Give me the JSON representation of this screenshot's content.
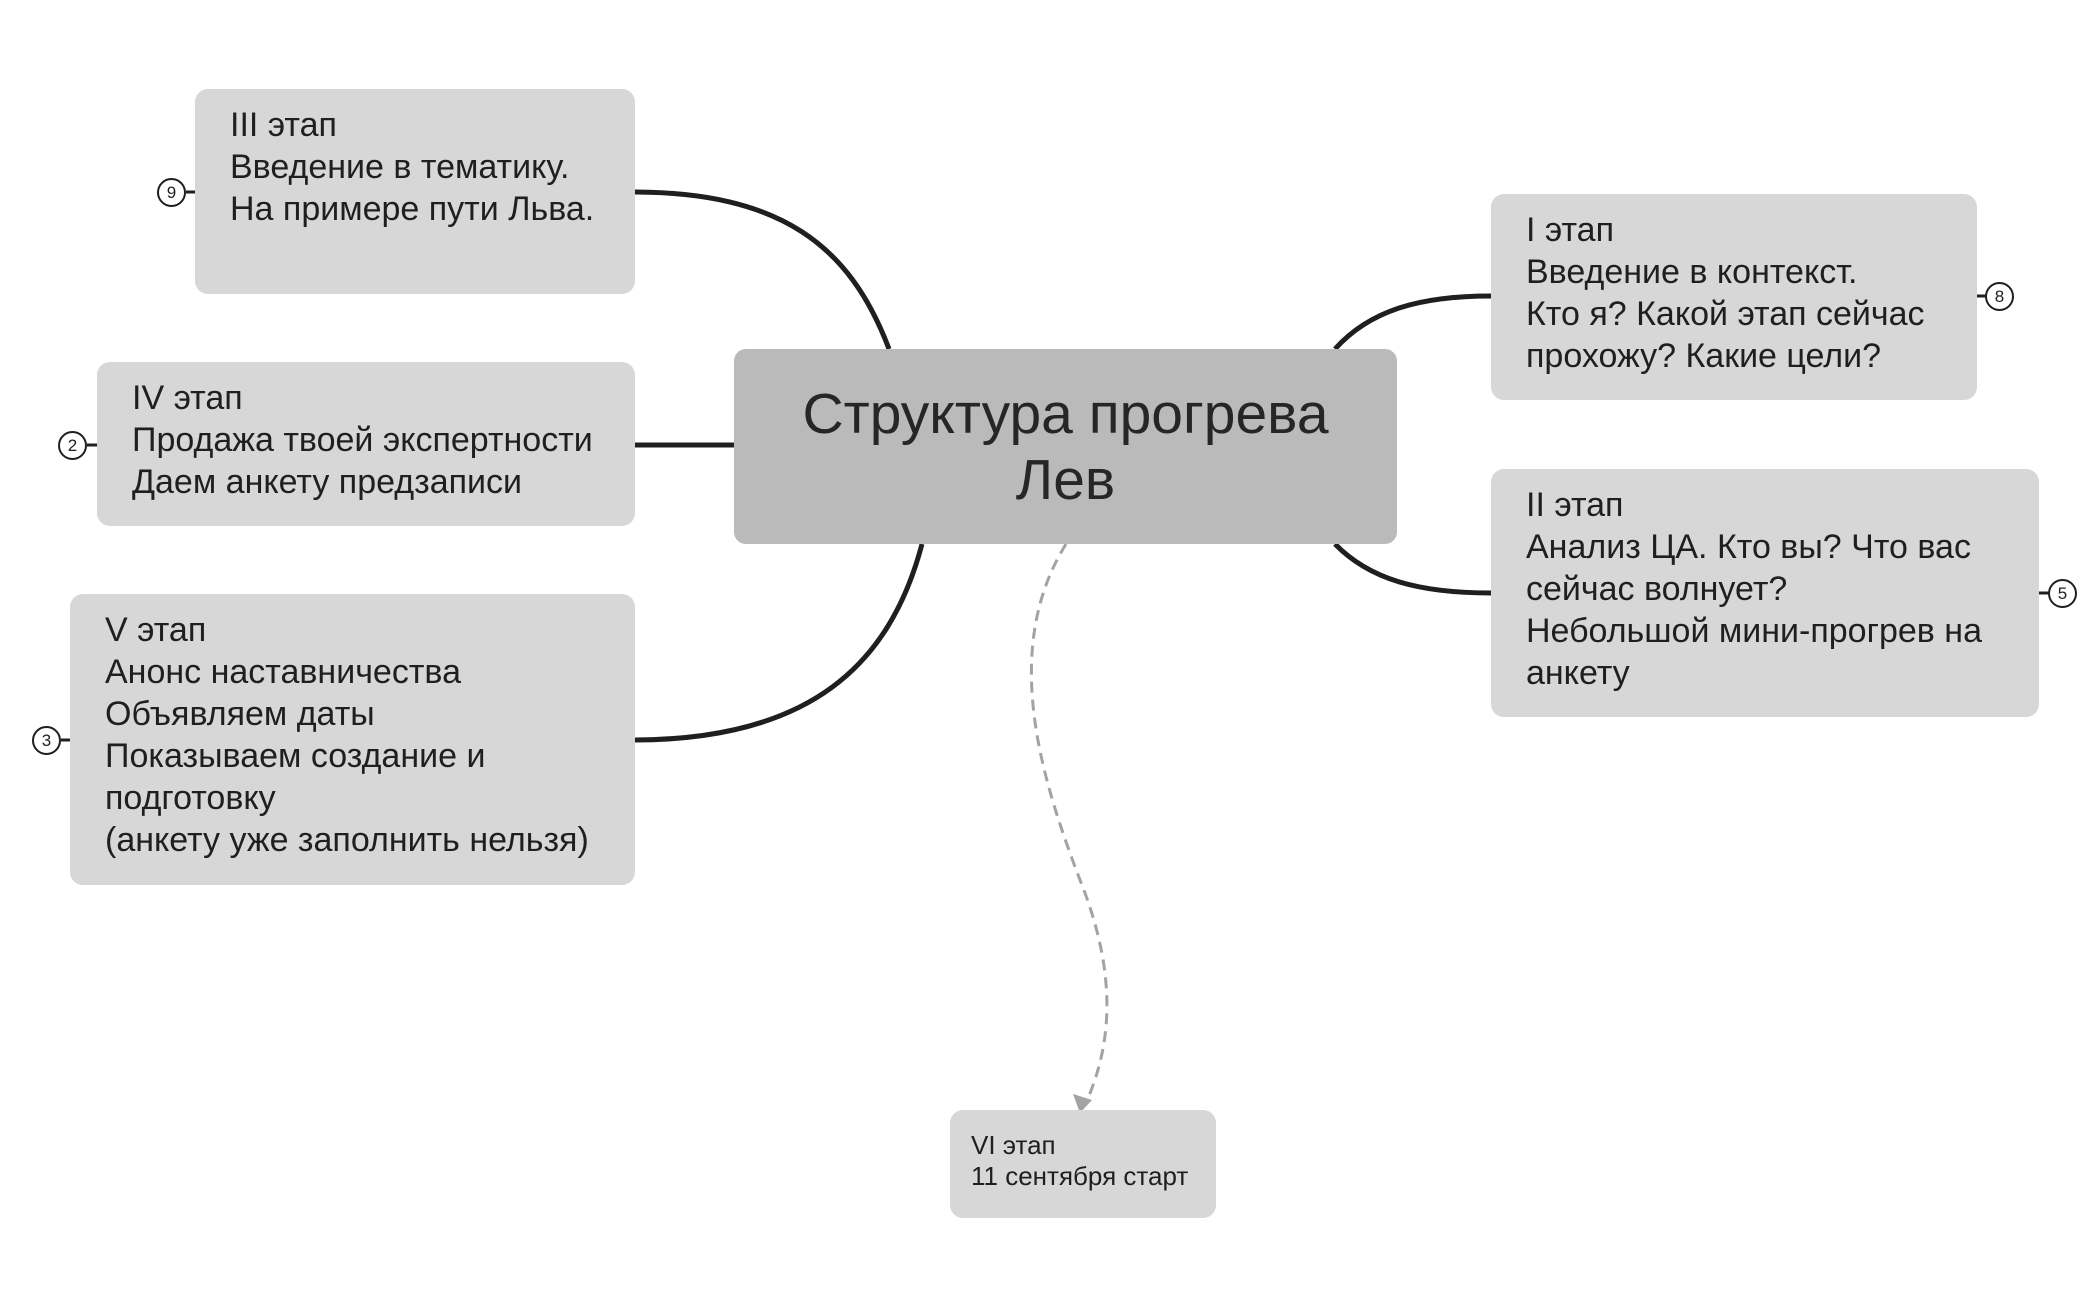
{
  "central": {
    "title_line1": "Структура прогрева",
    "title_line2": "Лев"
  },
  "nodes": {
    "stage1": {
      "lines": [
        "I этап",
        "Введение в контекст.",
        "Кто я? Какой этап сейчас",
        "прохожу? Какие цели?"
      ],
      "badge": "8"
    },
    "stage2": {
      "lines": [
        "II этап",
        "Анализ ЦА. Кто вы? Что вас",
        "сейчас волнует?",
        "Небольшой мини-прогрев на",
        "анкету"
      ],
      "badge": "5"
    },
    "stage3": {
      "lines": [
        "III этап",
        "Введение в тематику.",
        "На примере пути Льва."
      ],
      "badge": "9"
    },
    "stage4": {
      "lines": [
        "IV этап",
        "Продажа твоей экспертности",
        "Даем анкету предзаписи"
      ],
      "badge": "2"
    },
    "stage5": {
      "lines": [
        "V этап",
        "Анонс наставничества",
        "Объявляем даты",
        "Показываем создание и",
        "подготовку",
        "(анкету уже заполнить нельзя)"
      ],
      "badge": "3"
    },
    "stage6": {
      "lines": [
        "VI этап",
        "11 сентября старт"
      ]
    }
  },
  "colors": {
    "central_fill": "#bababa",
    "node_fill": "#d7d7d7",
    "connector": "#1f1f1f",
    "dashed_connector": "#a3a3a3",
    "text": "#1f1f1f"
  }
}
